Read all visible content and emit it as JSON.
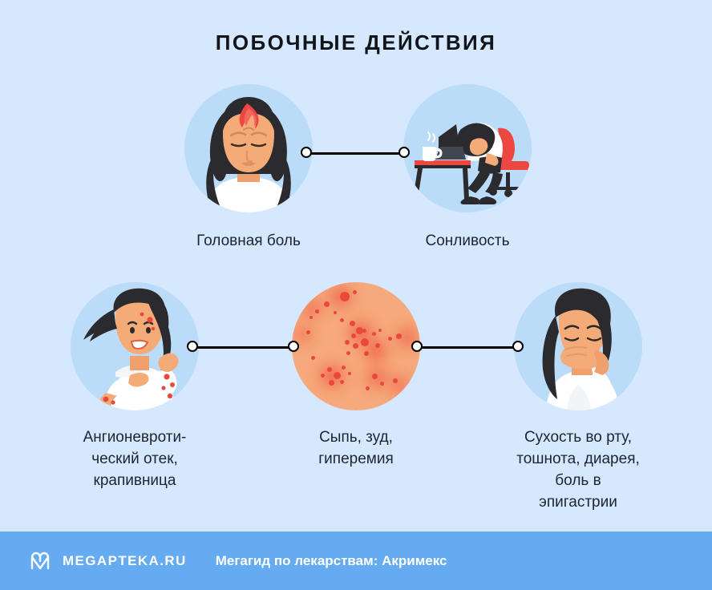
{
  "page": {
    "title": "ПОБОЧНЫЕ ДЕЙСТВИЯ",
    "background_color": "#d6e8fd",
    "circle_background_color": "#bbdcf8",
    "text_color": "#1d2433"
  },
  "rows": [
    {
      "id": "row-1",
      "items": [
        {
          "icon": "headache-woman-icon",
          "label": "Головная боль"
        },
        {
          "icon": "drowsiness-desk-sleep-icon",
          "label": "Сонливость"
        }
      ]
    },
    {
      "id": "row-2",
      "items": [
        {
          "icon": "urticaria-scratching-woman-icon",
          "label": "Ангионевроти-\nческий отек,\nкрапивница"
        },
        {
          "icon": "skin-rash-closeup-icon",
          "label": "Сыпь, зуд,\nгиперемия"
        },
        {
          "icon": "nausea-hand-over-mouth-woman-icon",
          "label": "Сухость во рту,\nтошнота, диарея,\nболь в эпигастрии"
        }
      ]
    }
  ],
  "connectors": [
    {
      "name": "connector-headache-drowsiness"
    },
    {
      "name": "connector-urticaria-rash"
    },
    {
      "name": "connector-rash-nausea"
    }
  ],
  "footer": {
    "logo": "megapteka-m-logo-icon",
    "brand": "MEGAPTEKA.RU",
    "caption": "Мегагид по лекарствам: Акримекс",
    "background_color": "#64abf2",
    "text_color": "#ffffff"
  }
}
